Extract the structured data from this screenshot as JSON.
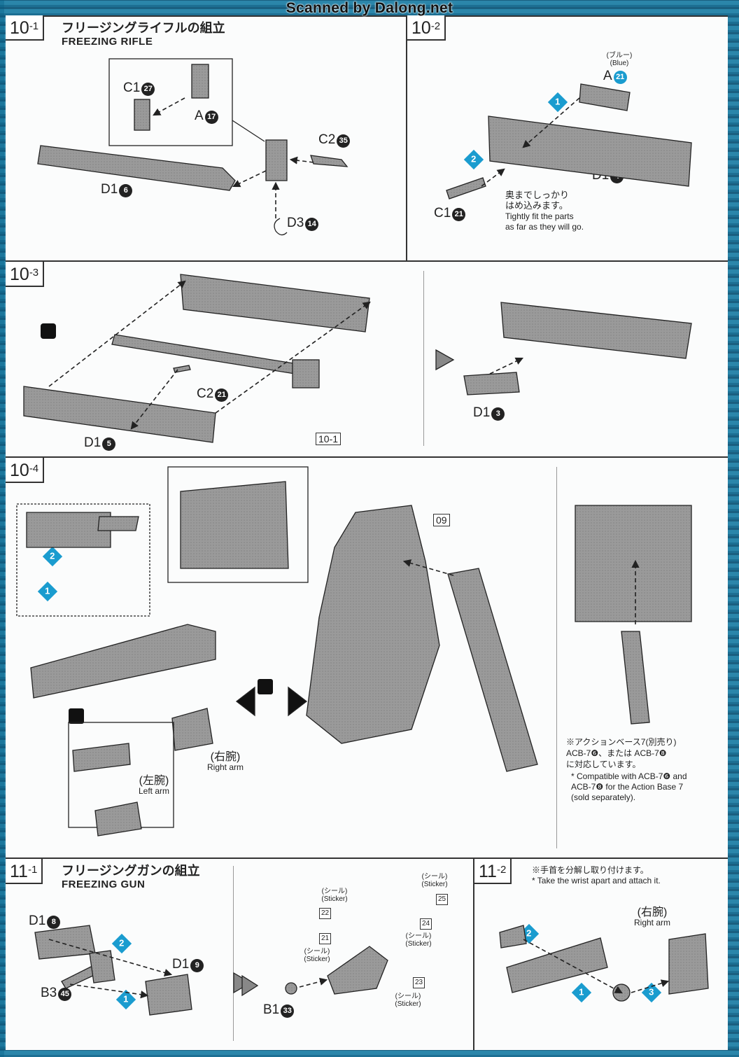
{
  "watermark": "Scanned by Dalong.net",
  "step_10_1": {
    "num": "10",
    "sub": "-1",
    "title_jp": "フリージングライフルの組立",
    "title_en": "FREEZING RIFLE",
    "parts": {
      "c1": {
        "label": "C1",
        "num": "27"
      },
      "a": {
        "label": "A",
        "num": "17"
      },
      "c2": {
        "label": "C2",
        "num": "35"
      },
      "d1": {
        "label": "D1",
        "num": "6"
      },
      "d3": {
        "label": "D3",
        "num": "14"
      }
    }
  },
  "step_10_2": {
    "num": "10",
    "sub": "-2",
    "color_jp": "(ブルー)",
    "color_en": "(Blue)",
    "parts": {
      "a": {
        "label": "A",
        "num": "21"
      },
      "d1": {
        "label": "D1",
        "num": "4"
      },
      "c1": {
        "label": "C1",
        "num": "21"
      }
    },
    "note_jp": "奥までしっかり\nはめ込みます。",
    "note_en": "Tightly fit the parts\nas far as they will go.",
    "step_markers": [
      "1",
      "2"
    ]
  },
  "step_10_3": {
    "num": "10",
    "sub": "-3",
    "parts": {
      "c2": {
        "label": "C2",
        "num": "21"
      },
      "d1a": {
        "label": "D1",
        "num": "5"
      },
      "d1b": {
        "label": "D1",
        "num": "3"
      }
    },
    "ref": "10-1"
  },
  "step_10_4": {
    "num": "10",
    "sub": "-4",
    "ref": "09",
    "right_arm_jp": "(右腕)",
    "right_arm_en": "Right arm",
    "left_arm_jp": "(左腕)",
    "left_arm_en": "Left arm",
    "step_markers": [
      "2",
      "1"
    ],
    "note_jp": "※アクションベース7(別売り)\nACB-7❻、または ACB-7❽\nに対応しています。",
    "note_en": "* Compatible with ACB-7❻ and\nACB-7❽ for the Action Base 7\n(sold separately)."
  },
  "step_11_1": {
    "num": "11",
    "sub": "-1",
    "title_jp": "フリージングガンの組立",
    "title_en": "FREEZING GUN",
    "parts": {
      "d1a": {
        "label": "D1",
        "num": "8"
      },
      "d1b": {
        "label": "D1",
        "num": "9"
      },
      "b3": {
        "label": "B3",
        "num": "45"
      },
      "b1": {
        "label": "B1",
        "num": "33"
      }
    },
    "sticker_jp": "(シール)",
    "sticker_en": "(Sticker)",
    "stickers": [
      "22",
      "21",
      "25",
      "24",
      "23"
    ],
    "step_markers": [
      "2",
      "1"
    ]
  },
  "step_11_2": {
    "num": "11",
    "sub": "-2",
    "note_jp": "※手首を分解し取り付けます。",
    "note_en": "* Take the wrist apart and attach it.",
    "right_arm_jp": "(右腕)",
    "right_arm_en": "Right arm",
    "step_markers": [
      "2",
      "1",
      "3"
    ]
  }
}
